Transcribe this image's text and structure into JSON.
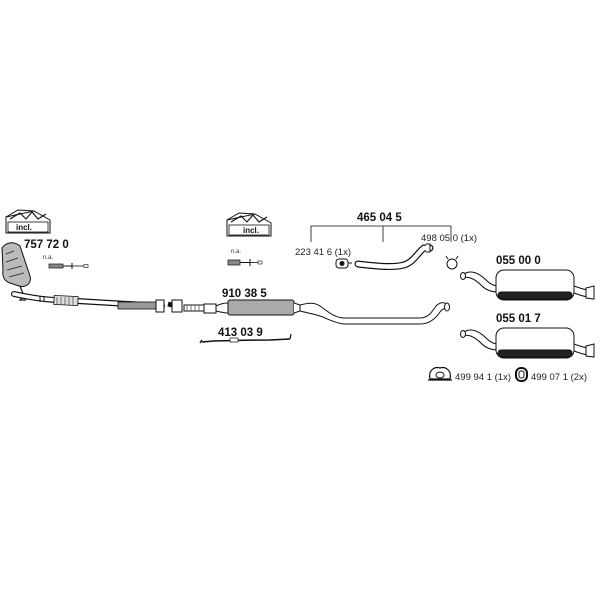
{
  "kit_label": "incl.",
  "not_available": "n.a.",
  "parts": {
    "catalytic_converter": "757 72 0",
    "front_silencer": "910 38 5",
    "middle_pipe_set": "465 04 5",
    "clamp_small": "223 41 6 (1x)",
    "clamp_middle": "498 05 0 (1x)",
    "bracket_pipe": "413 03 9",
    "rear_silencer_a": "055 00 0",
    "rear_silencer_b": "055 01 7",
    "rubber_mount": "499 94 1 (1x)",
    "rubber_ring": "499 07 1 (2x)"
  }
}
